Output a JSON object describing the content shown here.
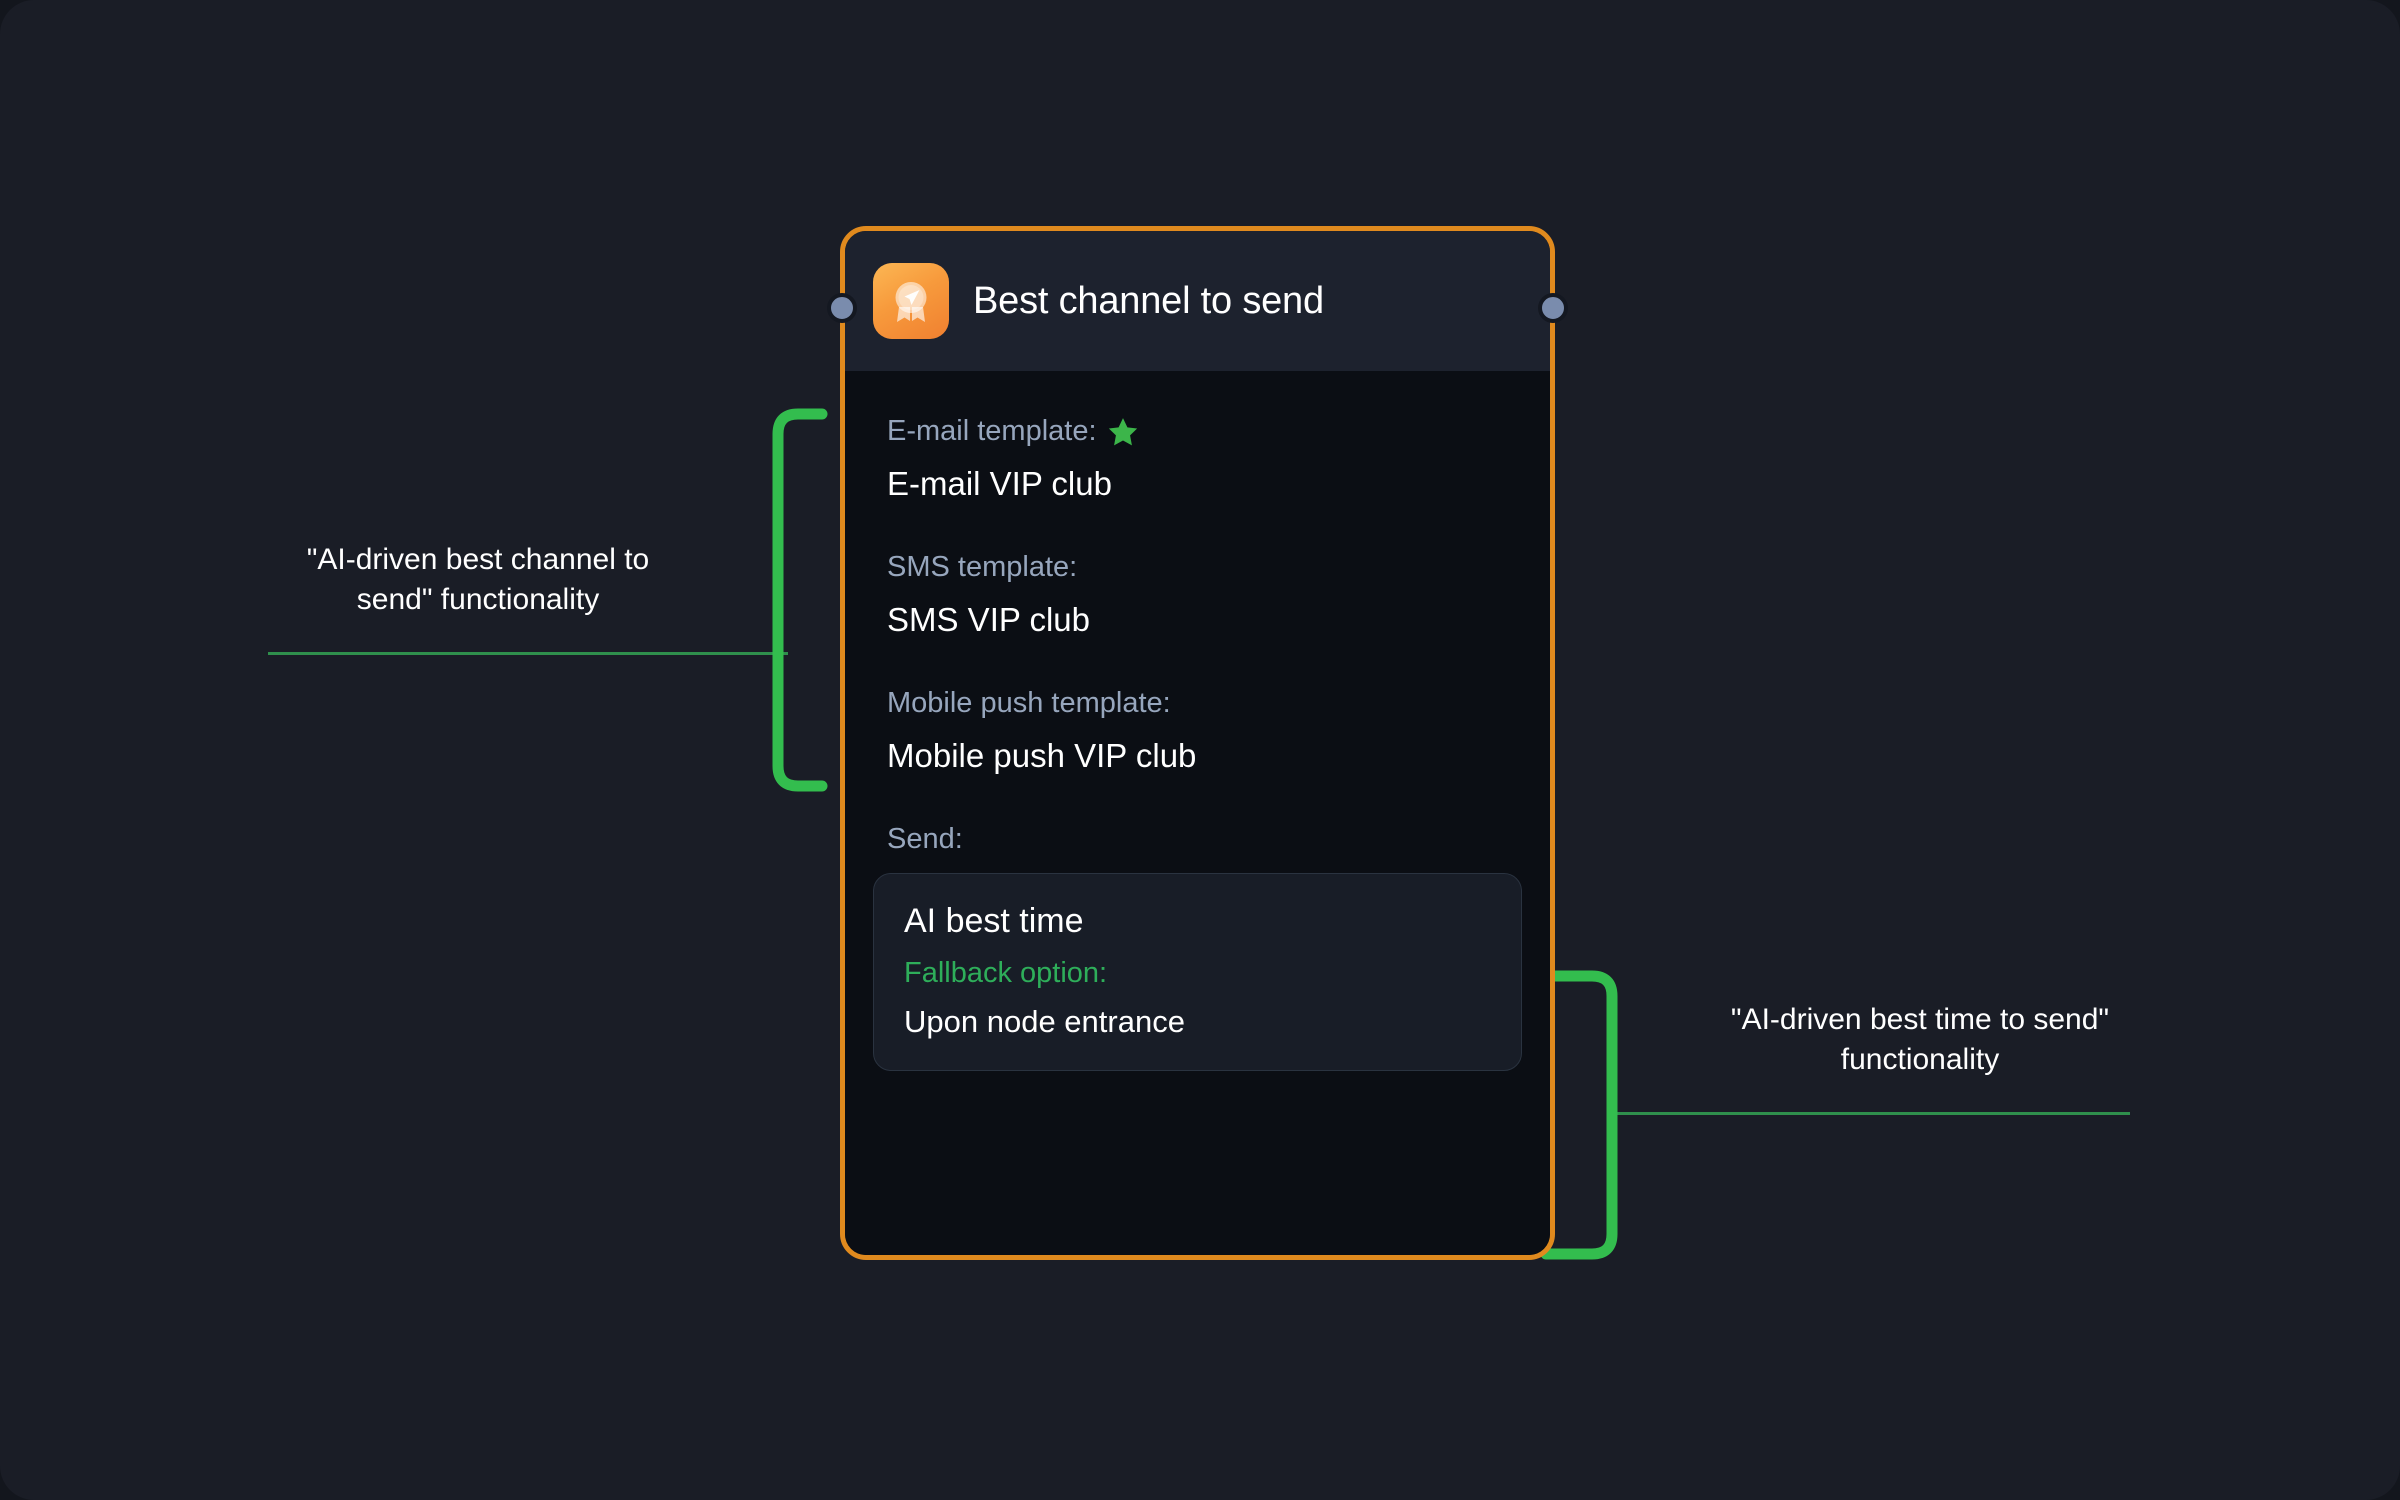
{
  "canvas": {
    "background": "#1a1d26",
    "accent_orange": "#e08a1e",
    "accent_green": "#33bd4e",
    "connector_green": "#2f8f4c",
    "label_blue_gray": "#97a6bd"
  },
  "node": {
    "title": "Best channel to send",
    "icon_name": "best-channel-badge-icon",
    "ports": {
      "left_name": "input-port",
      "right_name": "output-port"
    },
    "fields": [
      {
        "label": "E-mail template:",
        "value": "E-mail VIP club",
        "badge_icon": "star-icon",
        "has_badge": true
      },
      {
        "label": "SMS template:",
        "value": "SMS VIP club",
        "has_badge": false
      },
      {
        "label": "Mobile push template:",
        "value": "Mobile push VIP club",
        "has_badge": false
      }
    ],
    "send": {
      "label": "Send:",
      "title": "AI best time",
      "fallback_label": "Fallback option:",
      "fallback_value": "Upon node entrance"
    }
  },
  "annotations": [
    {
      "id": "left",
      "text": "\"AI-driven best channel to send\" functionality"
    },
    {
      "id": "right",
      "text": "\"AI-driven best time to send\" functionality"
    }
  ]
}
